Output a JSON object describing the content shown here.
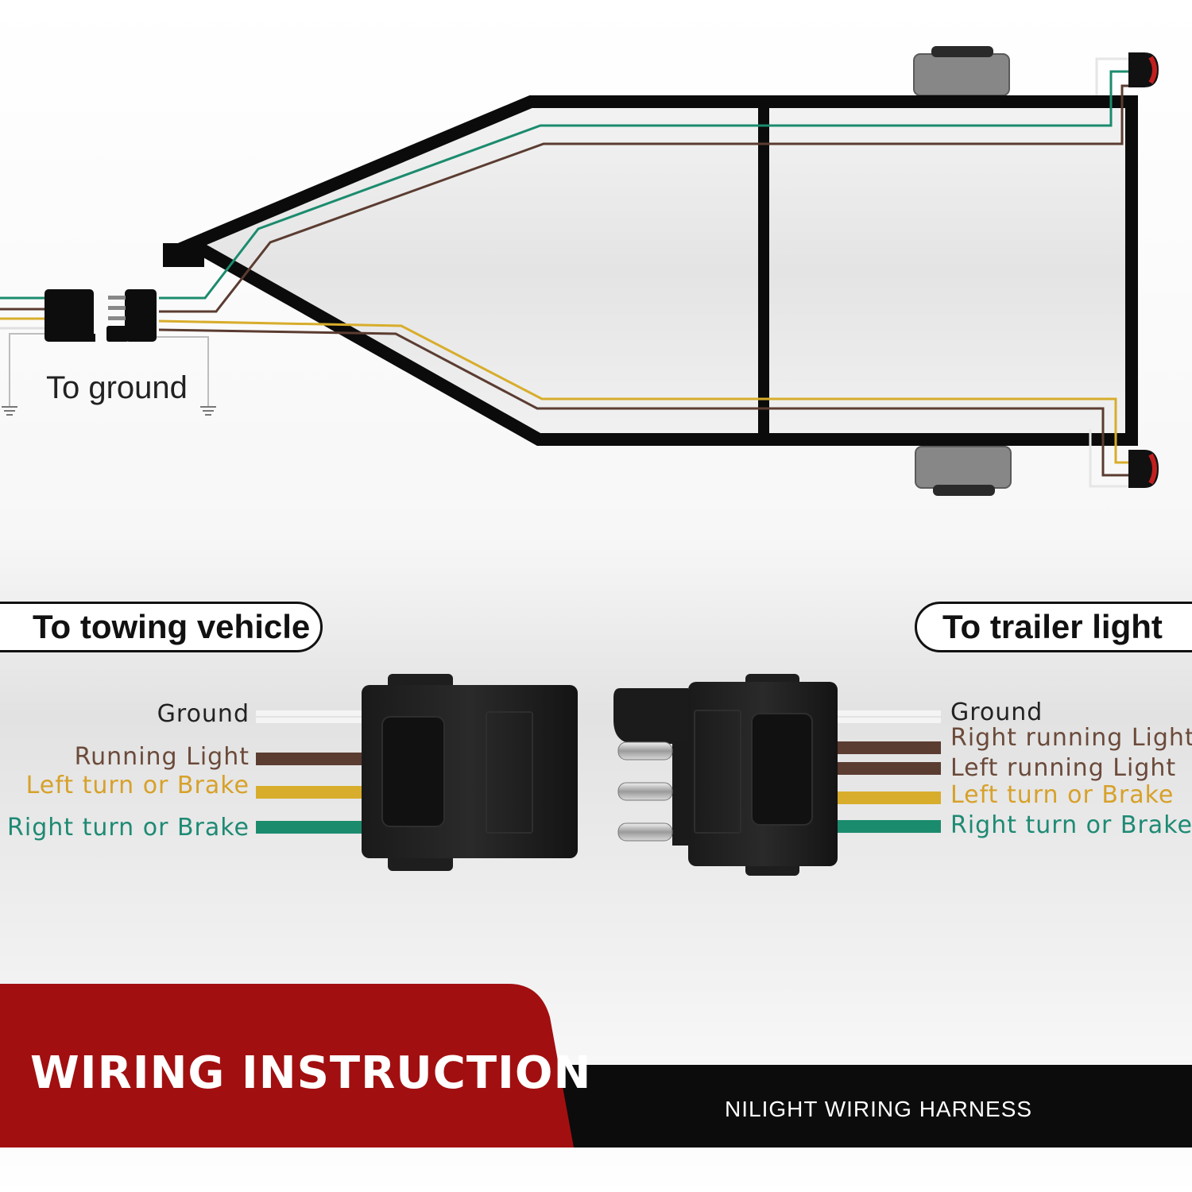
{
  "diagram": {
    "to_ground": "To  ground",
    "to_towing_vehicle": "To towing vehicle",
    "to_trailer_light": "To trailer light",
    "left_labels": [
      {
        "text": "Ground",
        "color": "#222222"
      },
      {
        "text": "Running Light",
        "color": "#6b4a3a"
      },
      {
        "text": "Left turn or Brake",
        "color": "#d7a12a"
      },
      {
        "text": "Right turn or Brake",
        "color": "#1e8a74"
      }
    ],
    "right_labels": [
      {
        "text": "Ground",
        "color": "#222222"
      },
      {
        "text": "Right running Light",
        "color": "#6b4a3a"
      },
      {
        "text": "Left running Light",
        "color": "#6b4a3a"
      },
      {
        "text": "Left turn or Brake",
        "color": "#d7a12a"
      },
      {
        "text": "Right turn or Brake",
        "color": "#1e8a74"
      }
    ],
    "wire_colors": {
      "white": "#f2f2f2",
      "brown": "#5b3c31",
      "yellow": "#d8ad2c",
      "green": "#1b8b6e"
    }
  },
  "banner": {
    "title": "WIRING INSTRUCTION",
    "subtitle": "NILIGHT WIRING HARNESS",
    "title_bg": "#a20f10",
    "subtitle_bg": "#0c0c0c"
  }
}
